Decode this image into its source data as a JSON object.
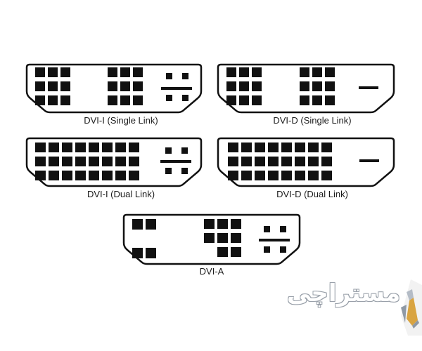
{
  "connectors": [
    {
      "id": "dvi-i-single",
      "label": "DVI-I (Single Link)"
    },
    {
      "id": "dvi-d-single",
      "label": "DVI-D (Single Link)"
    },
    {
      "id": "dvi-i-dual",
      "label": "DVI-I (Dual Link)"
    },
    {
      "id": "dvi-d-dual",
      "label": "DVI-D (Dual Link)"
    },
    {
      "id": "dvi-a",
      "label": "DVI-A"
    }
  ],
  "watermark": {
    "text": "مسترا‌چی"
  },
  "colors": {
    "pin": "#111111",
    "outline": "#111111",
    "background": "#ffffff"
  }
}
